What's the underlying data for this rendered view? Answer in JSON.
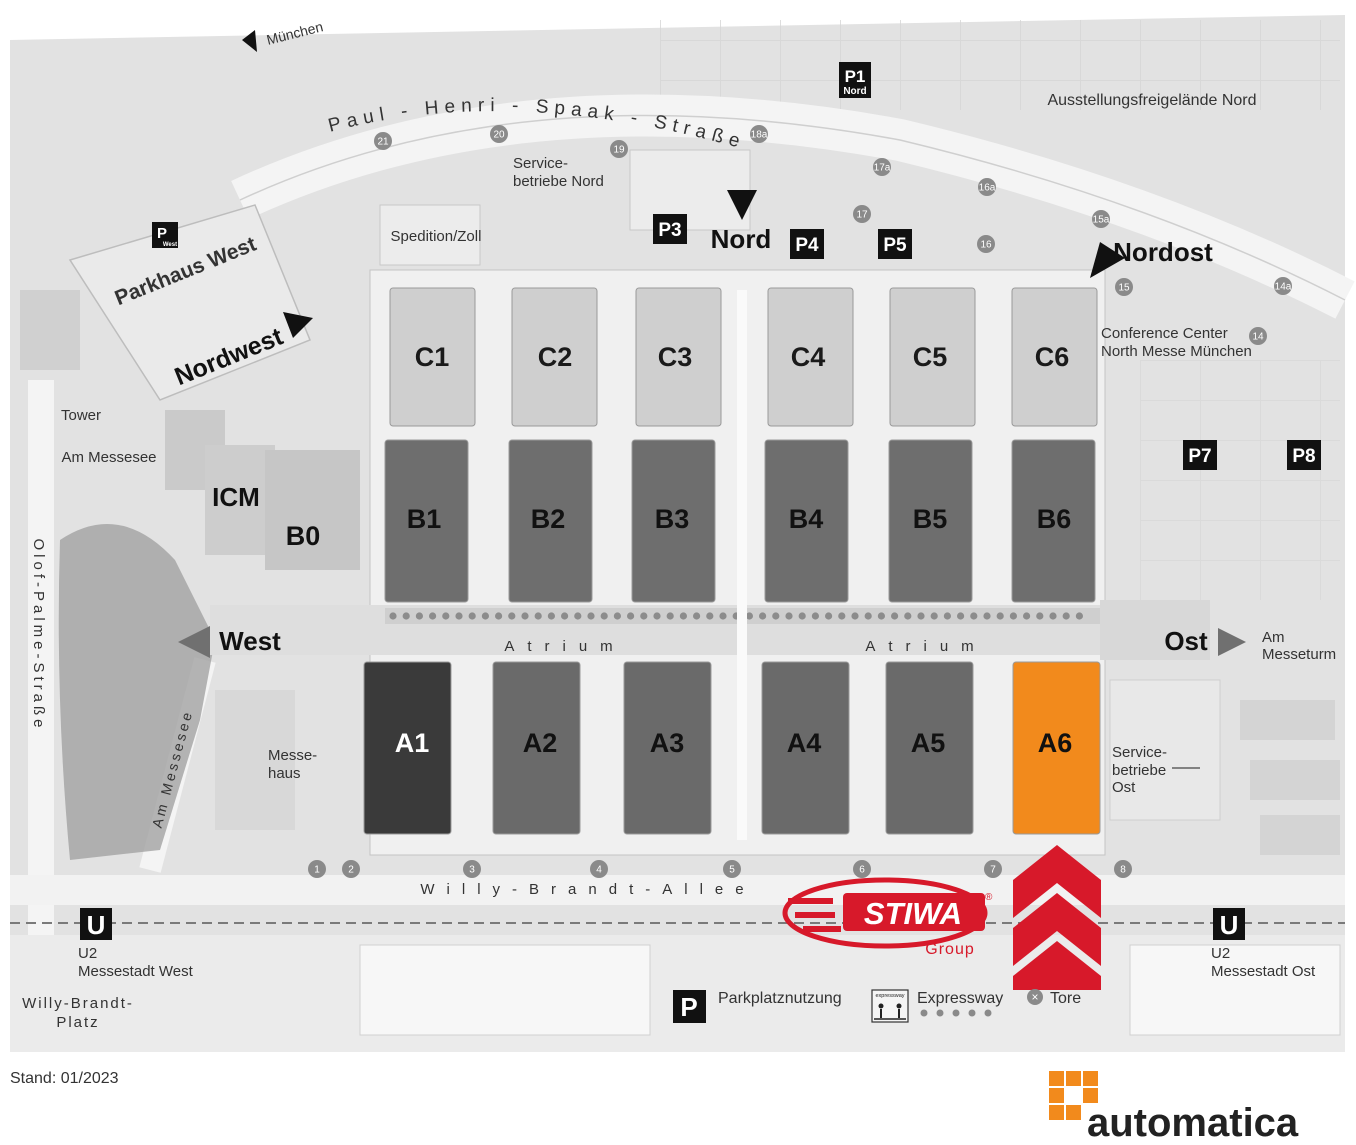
{
  "colors": {
    "hall_c": "#cfcfcf",
    "hall_b": "#6e6e6e",
    "hall_a": "#6a6a6a",
    "hall_a1": "#3a3a3a",
    "hall_highlight": "#f28a1c",
    "stiwa_red": "#d7192a",
    "automatica_orange": "#f28a1c",
    "background": "#e4e4e4"
  },
  "halls": {
    "c": [
      "C1",
      "C2",
      "C3",
      "C4",
      "C5",
      "C6"
    ],
    "b": [
      "B1",
      "B2",
      "B3",
      "B4",
      "B5",
      "B6"
    ],
    "a": [
      "A1",
      "A2",
      "A3",
      "A4",
      "A5",
      "A6"
    ],
    "b0": "B0",
    "icm": "ICM",
    "highlighted": "A6"
  },
  "entrances": {
    "west": "West",
    "ost": "Ost",
    "nord": "Nord",
    "nordost": "Nordost",
    "nordwest": "Nordwest"
  },
  "streets": {
    "paul_henri_spaak": "Paul - Henri - Spaak - Straße",
    "willy_brandt_allee": "Willy-Brandt-Allee",
    "olof_palme": "Olof-Palme-Straße",
    "am_messesee_road": "Am Messesee",
    "muenchen": "München",
    "am_messeturm": [
      "Am",
      "Messeturm"
    ]
  },
  "places": {
    "parkhaus_west": "Parkhaus West",
    "tower": "Tower",
    "am_messesee": "Am Messesee",
    "spedition": "Spedition/Zoll",
    "servicebetriebe_nord": [
      "Service-",
      "betriebe Nord"
    ],
    "ausstellungsfreigelaende": "Ausstellungsfreigelände Nord",
    "conference_center": [
      "Conference Center",
      "North Messe München"
    ],
    "messehaus": [
      "Messe-",
      "haus"
    ],
    "servicebetriebe_ost": [
      "Service-",
      "betriebe",
      "Ost"
    ],
    "atrium": "Atrium"
  },
  "parking": {
    "p1": "P1",
    "p1_sub": "Nord",
    "p3": "P3",
    "p4": "P4",
    "p5": "P5",
    "p7": "P7",
    "p8": "P8",
    "parkhaus_west_icon": "P",
    "parkhaus_west_icon_sub": "West"
  },
  "gates": {
    "bottom": [
      "1",
      "2",
      "3",
      "4",
      "5",
      "6",
      "7",
      "8"
    ],
    "top": [
      "21",
      "20",
      "19",
      "18a",
      "17a",
      "17",
      "16a",
      "16",
      "15a",
      "15",
      "14a",
      "14"
    ]
  },
  "ubahn": {
    "symbol": "U",
    "west": [
      "U2",
      "Messestadt West"
    ],
    "ost": [
      "U2",
      "Messestadt Ost"
    ],
    "willy_brandt_platz": [
      "Willy-Brandt-",
      "Platz"
    ]
  },
  "legend": {
    "parking_symbol": "P",
    "parking_label": "Parkplatznutzung",
    "expressway_label": "Expressway",
    "expressway_icon_text": "expressway",
    "tore_symbol": "×",
    "tore_label": "Tore"
  },
  "stiwa": {
    "name": "STIWA",
    "sub": "Group",
    "reg": "®"
  },
  "footer": {
    "stand": "Stand: 01/2023",
    "automatica": "automatica"
  }
}
